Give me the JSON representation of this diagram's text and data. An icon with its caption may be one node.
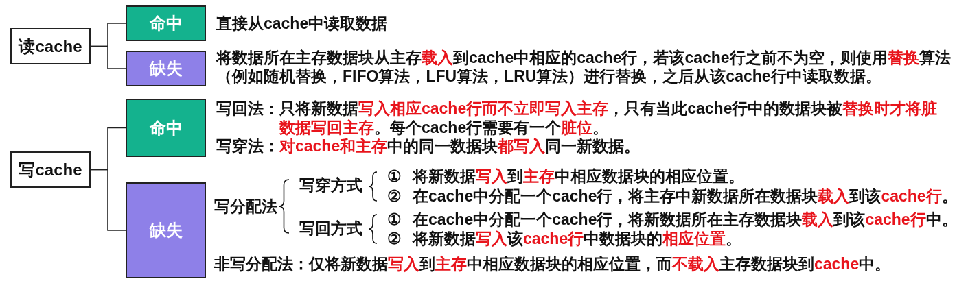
{
  "diagram": {
    "nodes": [
      {
        "text": [
          "读cache"
        ]
      },
      {
        "text": [
          "命中"
        ],
        "beside": [
          "直接从cache中读取数据"
        ]
      },
      {
        "text": [
          "缺失"
        ],
        "beside": [
          "将数据所在主存数据块从主存**载入**到cache中相应的cache行，若该cache行之前不为空，则使用**替换**算法（例如随机替换，FIFO算法，LFU算法，LRU算法）进行替换，之后从该cache行中读取数据。"
        ]
      },
      {
        "text": [
          "写cache"
        ]
      },
      {
        "text": [
          "命中"
        ],
        "beside": [
          "写回法：只将新数据**写入相应cache行而不立即写入主存**，只有当此cache行中的数据块被**替换时才将脏数据写回主存**。每个cache行需要有一个**脏位**。",
          "写穿法：**对cache和主存**中的同一数据块**都写入**同一新数据。"
        ]
      },
      {
        "text": [
          "缺失"
        ],
        "beside": [
          "写分配法",
          "写穿方式",
          "①",
          "将新数据**写入**到**主存**中相应数据块的相应位置。",
          "②",
          "在cache中分配一个cache行，将主存中新数据所在数据块**载入**到该**cache行**。",
          "写回方式",
          "①",
          "在cache中分配一个cache行，将新数据所在主存数据块**载入**到该**cache行**中。",
          "②",
          "将新数据**写入**该**cache行**中数据块的**相应位置**。",
          "非写分配法：仅将新数据**写入**到**主存**中相应数据块的相应位置，而**不载入**主存数据块到**cache**中。"
        ]
      }
    ],
    "edges": [
      {
        "from": 0,
        "to": 1,
        "arrow": "none"
      },
      {
        "from": 0,
        "to": 2,
        "arrow": "none"
      },
      {
        "from": 3,
        "to": 4,
        "arrow": "none"
      },
      {
        "from": 3,
        "to": 5,
        "arrow": "none"
      }
    ]
  }
}
